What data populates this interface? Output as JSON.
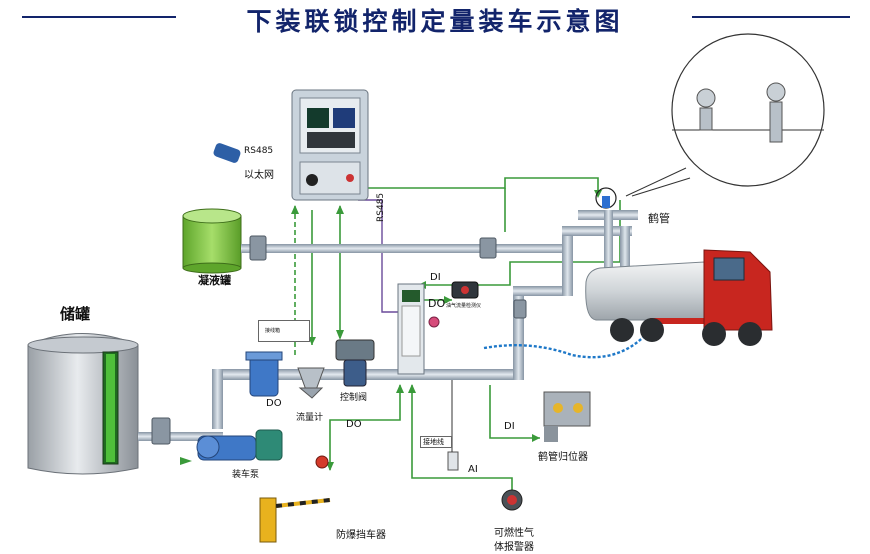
{
  "title": "下装联锁控制定量装车示意图",
  "labels": {
    "rs485_top": "RS485",
    "ethernet": "以太网",
    "rs485_vertical": "RS485",
    "condensate_tank": "凝液罐",
    "storage_tank": "储罐",
    "crane_pipe": "鹤管",
    "di_top": "DI",
    "do_top": "DO",
    "vapor_detector": "油气流量检测仪",
    "explosion_proof_box": "接线箱",
    "do_left": "DO",
    "flowmeter": "流量计",
    "control_valve": "控制阀",
    "do_bottom": "DO",
    "loading_pump": "装车泵",
    "grounding_device": "接地线",
    "ai": "AI",
    "di_right": "DI",
    "crane_return": "鹤管归位器",
    "barrier": "防爆挡车器",
    "gas_alarm_line1": "可燃性气",
    "gas_alarm_line2": "体报警器"
  },
  "colors": {
    "title": "#12246b",
    "signal_green": "#3a9a3a",
    "pipe_gray": "#a9b6c2",
    "tank_green": "#7fc43d",
    "truck_red": "#c8261f",
    "hose_blue": "#1e78c8"
  }
}
